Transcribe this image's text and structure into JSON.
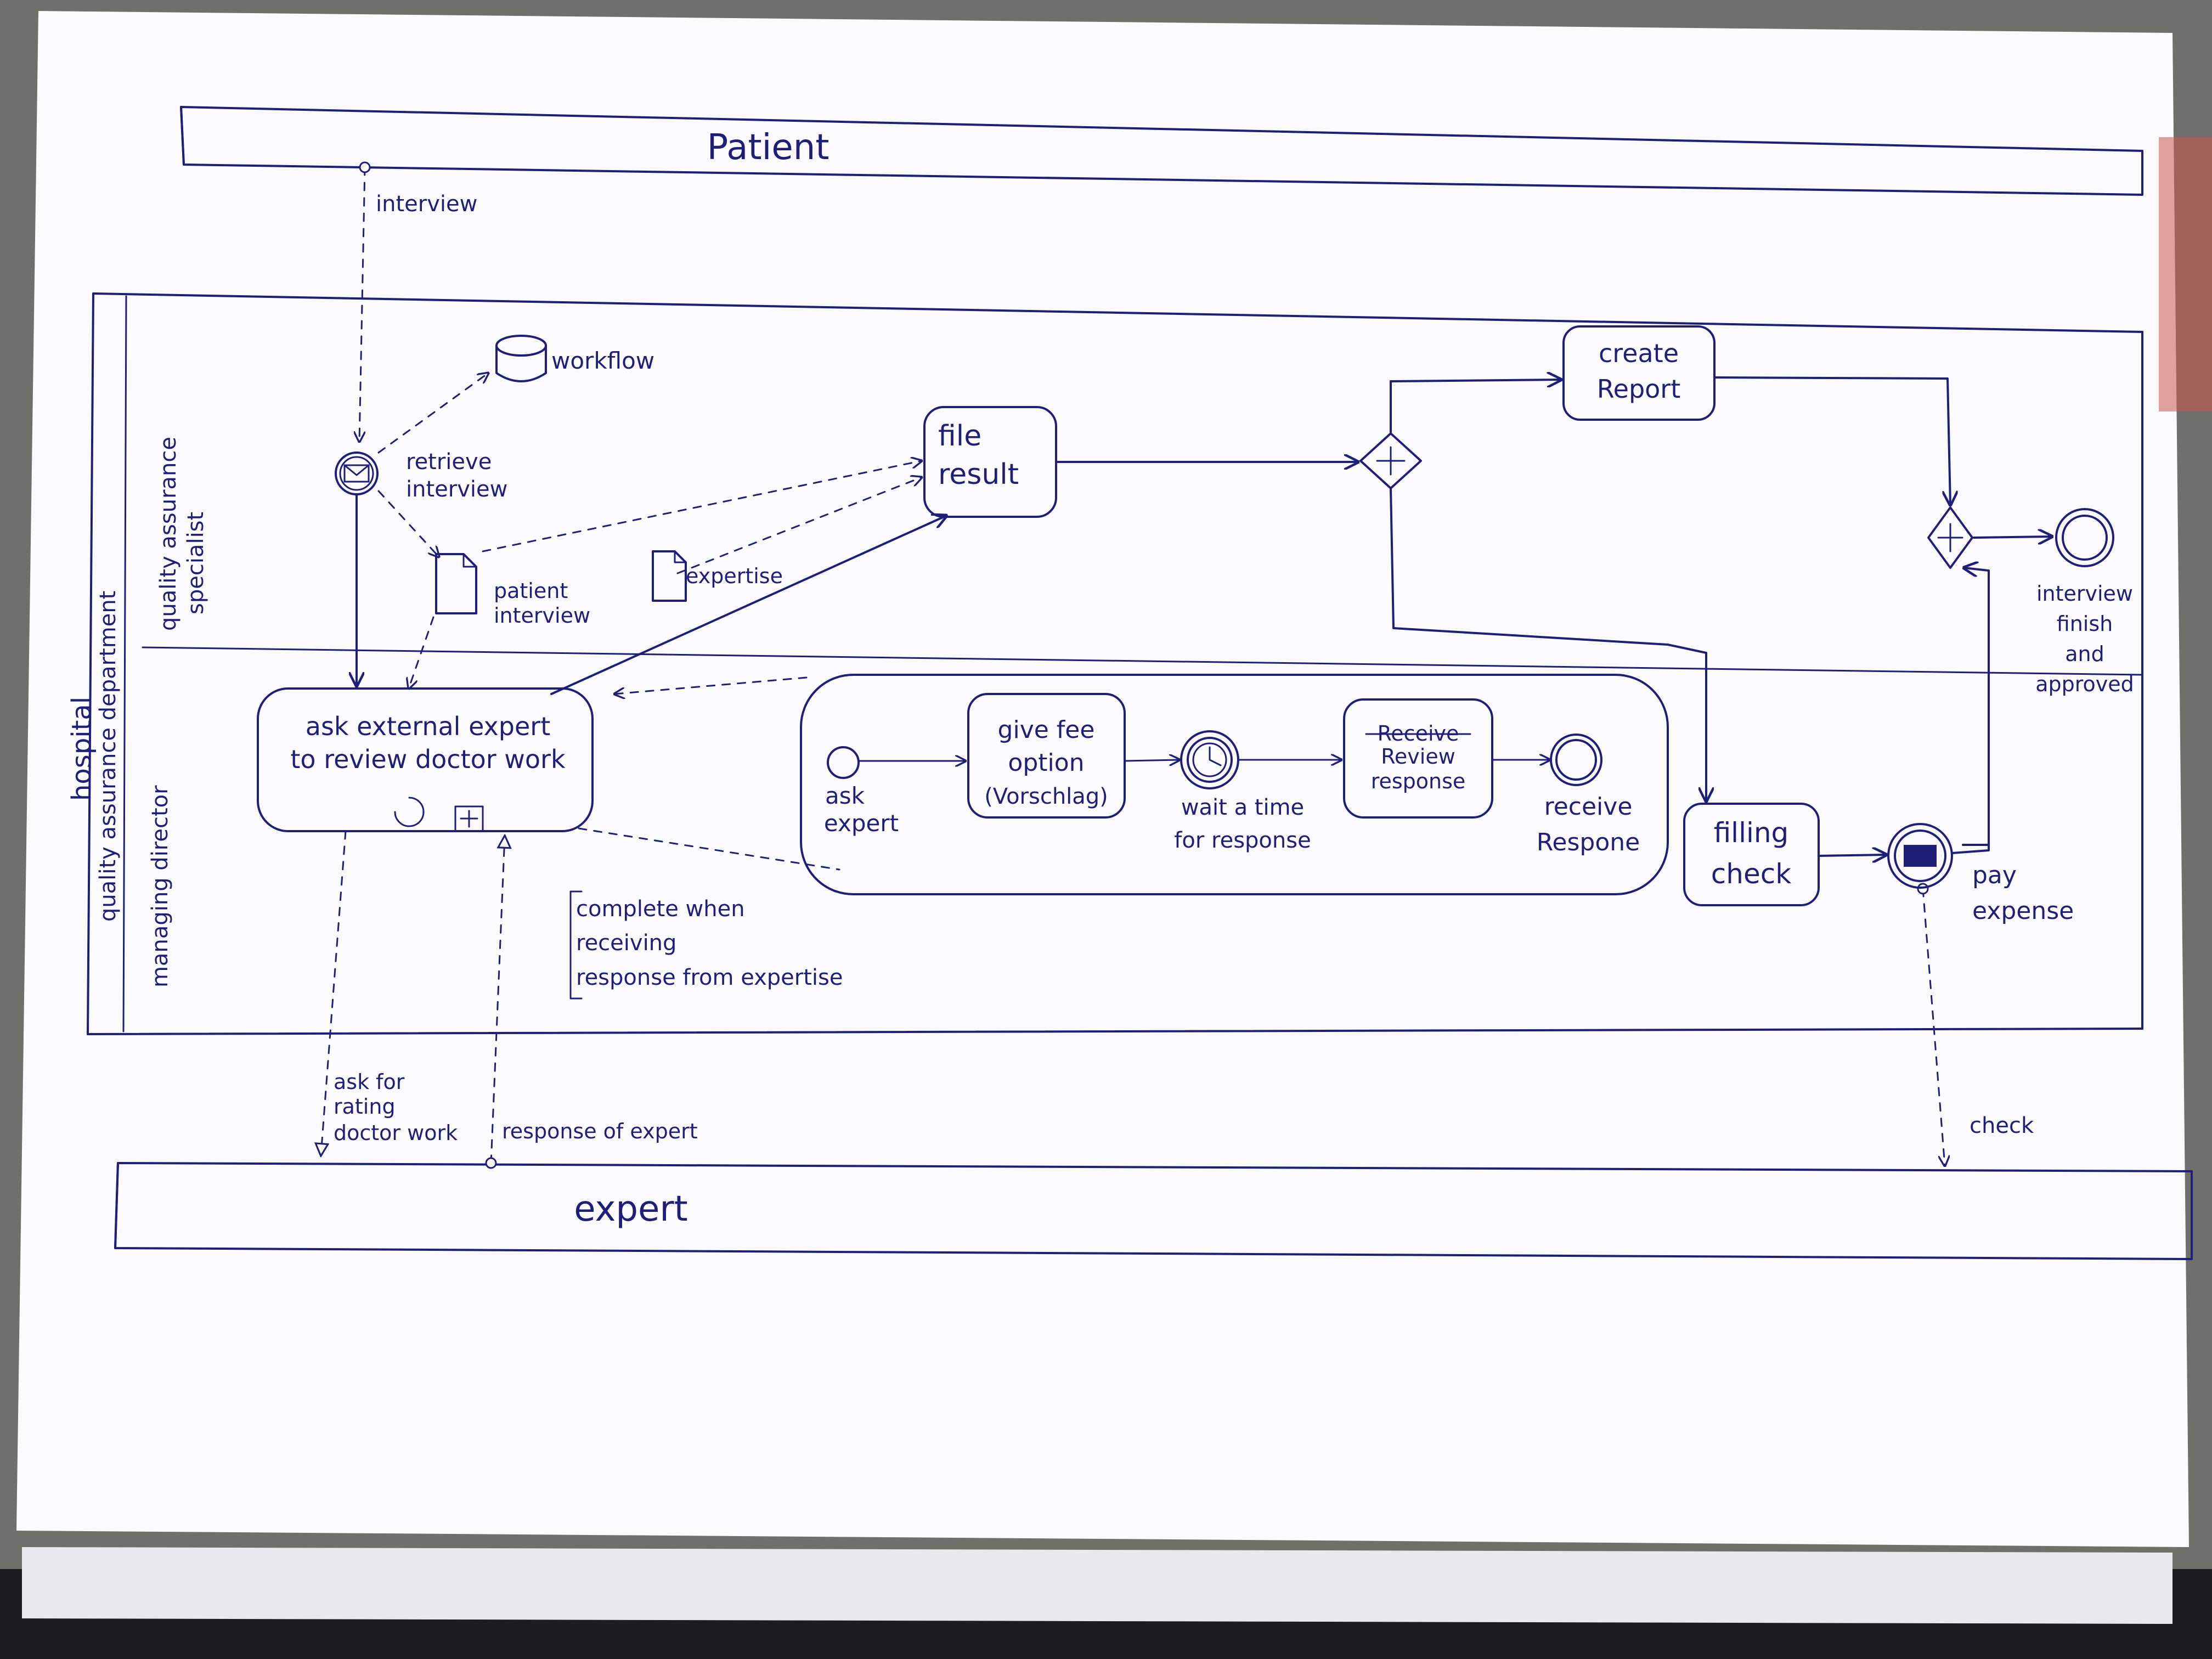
{
  "pools": {
    "patient": "Patient",
    "hospital": "hospital",
    "expert": "expert"
  },
  "lanes": {
    "qa_department": "quality assurance department",
    "qa_specialist_line1": "quality assurance",
    "qa_specialist_line2": "specialist",
    "managing_director": "managing director"
  },
  "nodes": {
    "retrieve_interview": [
      "retrieve",
      "interview"
    ],
    "workflow": "workflow",
    "patient_interview": [
      "patient",
      "interview"
    ],
    "expertise": "expertise",
    "file_result": [
      "file",
      "result"
    ],
    "create_report": [
      "create",
      "Report"
    ],
    "interview_finish": [
      "interview",
      "finish",
      "and",
      "approved"
    ],
    "ask_external_expert": [
      "ask external expert",
      "to review doctor work"
    ],
    "ask_expert": [
      "ask",
      "expert"
    ],
    "give_fee_option": [
      "give fee",
      "option",
      "(Vorschlag)"
    ],
    "wait_time": [
      "wait a time",
      "for response"
    ],
    "receive_struck": "Receive",
    "review_response": [
      "Review",
      "response"
    ],
    "receive_response": [
      "receive",
      "Respone"
    ],
    "filling_check": [
      "filling",
      "check"
    ],
    "pay_expense": [
      "pay",
      "expense"
    ]
  },
  "annotations": {
    "complete_when": [
      "complete when",
      "receiving",
      "response from expertise"
    ]
  },
  "messages": {
    "interview": "interview",
    "ask_for_rating": [
      "ask for",
      "rating",
      "doctor work"
    ],
    "response_of_expert": "response of expert",
    "check": "check"
  },
  "colors": {
    "ink": "#1f1f7a",
    "paper": "#fbfbfd",
    "table": "#6f706b"
  }
}
